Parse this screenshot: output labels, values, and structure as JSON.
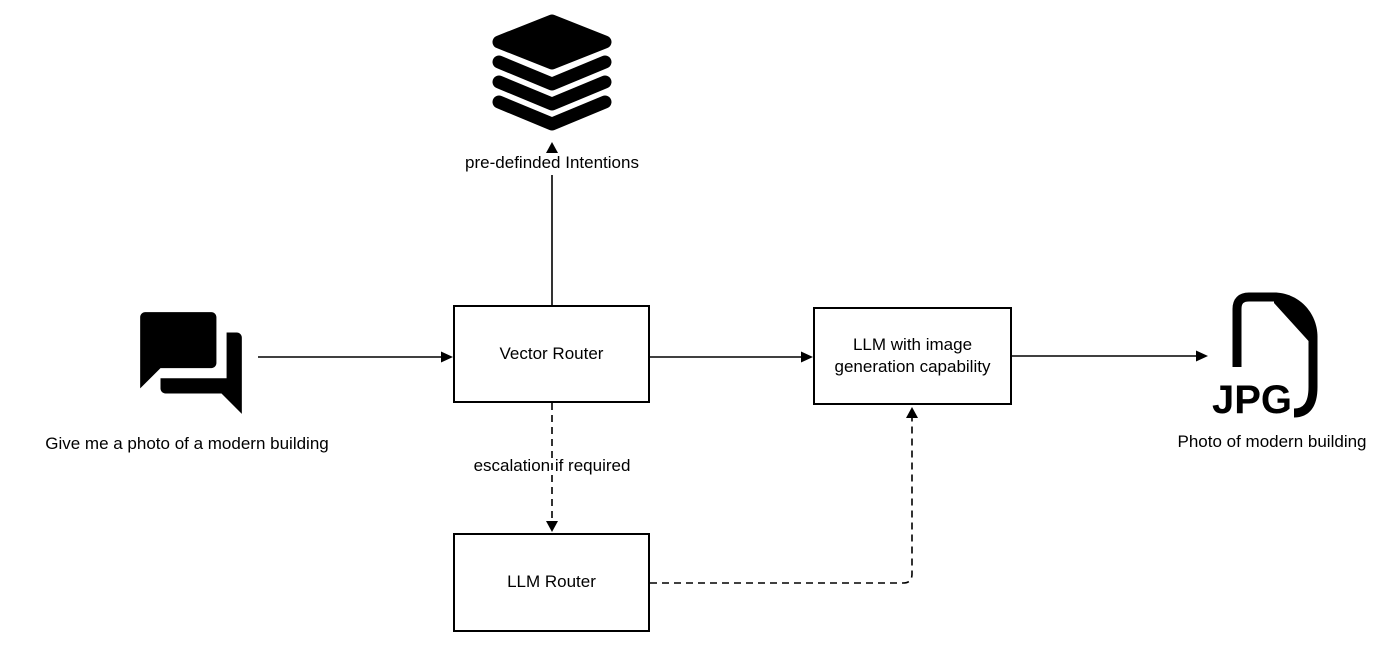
{
  "diagram": {
    "colors": {
      "background": "#ffffff",
      "stroke": "#000000",
      "text": "#000000"
    },
    "nodes": {
      "intentions": {
        "icon": "stack-icon",
        "label": "pre-definded Intentions"
      },
      "user_request": {
        "icon": "chat-icon",
        "label": "Give me a photo of a modern building"
      },
      "vector_router": {
        "label": "Vector Router"
      },
      "llm_image_gen": {
        "label": "LLM with image generation capability"
      },
      "llm_router": {
        "label": "LLM Router"
      },
      "output_file": {
        "icon": "jpg-file-icon",
        "file_type": "JPG",
        "label": "Photo of modern building"
      }
    },
    "edges": [
      {
        "from": "user_request",
        "to": "vector_router",
        "style": "solid",
        "label": ""
      },
      {
        "from": "vector_router",
        "to": "intentions",
        "style": "solid",
        "label": ""
      },
      {
        "from": "vector_router",
        "to": "llm_image_gen",
        "style": "solid",
        "label": ""
      },
      {
        "from": "vector_router",
        "to": "llm_router",
        "style": "dashed",
        "label": "escalation if required"
      },
      {
        "from": "llm_router",
        "to": "llm_image_gen",
        "style": "dashed",
        "label": ""
      },
      {
        "from": "llm_image_gen",
        "to": "output_file",
        "style": "solid",
        "label": ""
      }
    ]
  }
}
